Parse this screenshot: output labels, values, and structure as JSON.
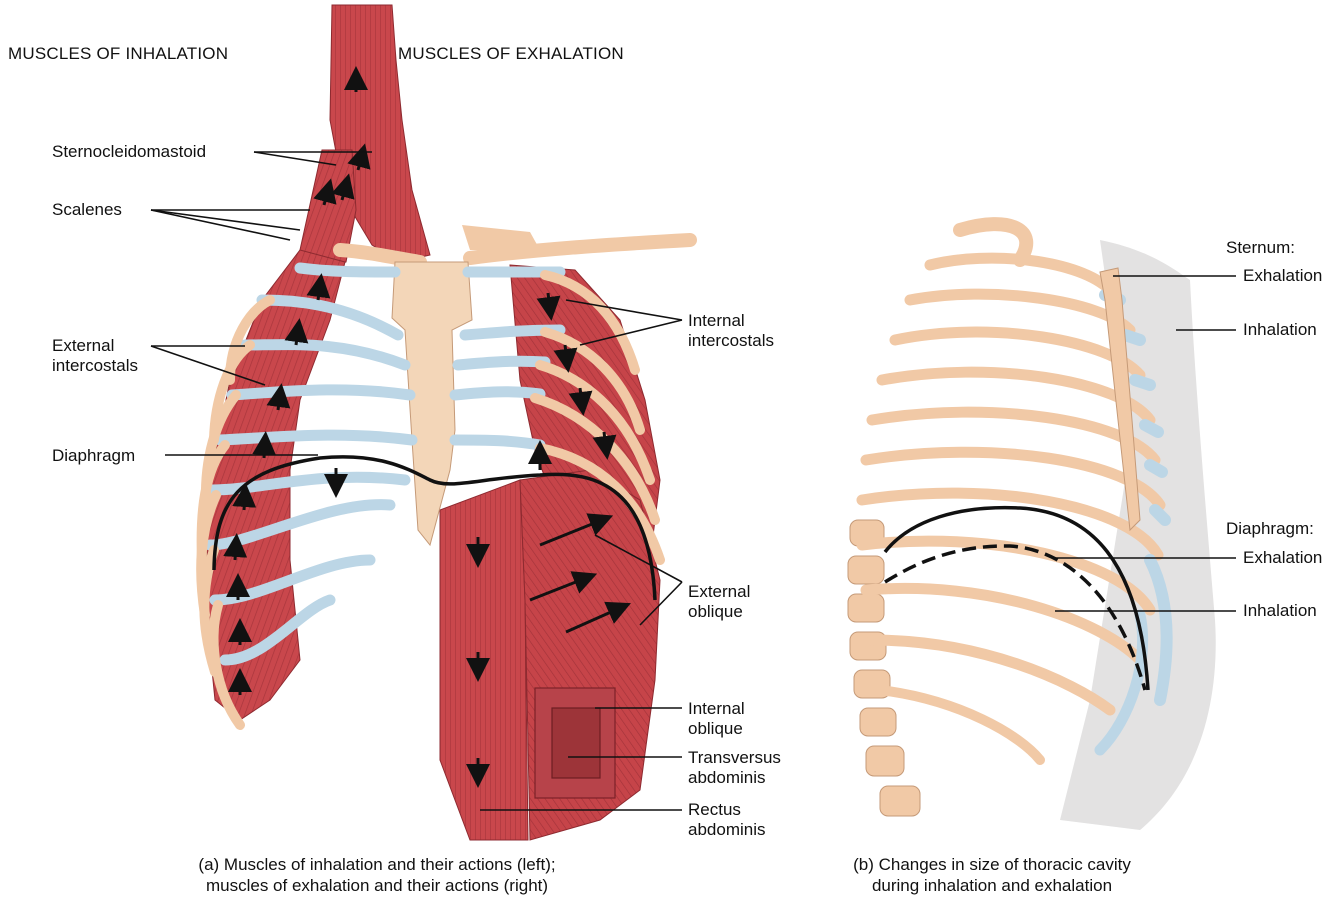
{
  "headers": {
    "inhalation": "MUSCLES OF INHALATION",
    "exhalation": "MUSCLES OF EXHALATION"
  },
  "labels_a": {
    "sternocleidomastoid": "Sternocleidomastoid",
    "scalenes": "Scalenes",
    "external_intercostals_1": "External",
    "external_intercostals_2": "intercostals",
    "diaphragm": "Diaphragm",
    "internal_intercostals_1": "Internal",
    "internal_intercostals_2": "intercostals",
    "external_oblique_1": "External",
    "external_oblique_2": "oblique",
    "internal_oblique_1": "Internal",
    "internal_oblique_2": "oblique",
    "transversus_1": "Transversus",
    "transversus_2": "abdominis",
    "rectus_1": "Rectus",
    "rectus_2": "abdominis"
  },
  "labels_b": {
    "sternum": "Sternum:",
    "sternum_exhalation": "Exhalation",
    "sternum_inhalation": "Inhalation",
    "diaphragm": "Diaphragm:",
    "diaphragm_exhalation": "Exhalation",
    "diaphragm_inhalation": "Inhalation"
  },
  "captions": {
    "a_line1": "(a) Muscles of inhalation and their actions (left);",
    "a_line2": "muscles of exhalation and their actions (right)",
    "b_line1": "(b) Changes in size of thoracic cavity",
    "b_line2": "during inhalation and exhalation"
  },
  "colors": {
    "muscle": "#c9474c",
    "muscle_dark": "#9e2f35",
    "bone": "#f1c9a6",
    "cartilage": "#bcd6e6",
    "outline": "#111111"
  }
}
